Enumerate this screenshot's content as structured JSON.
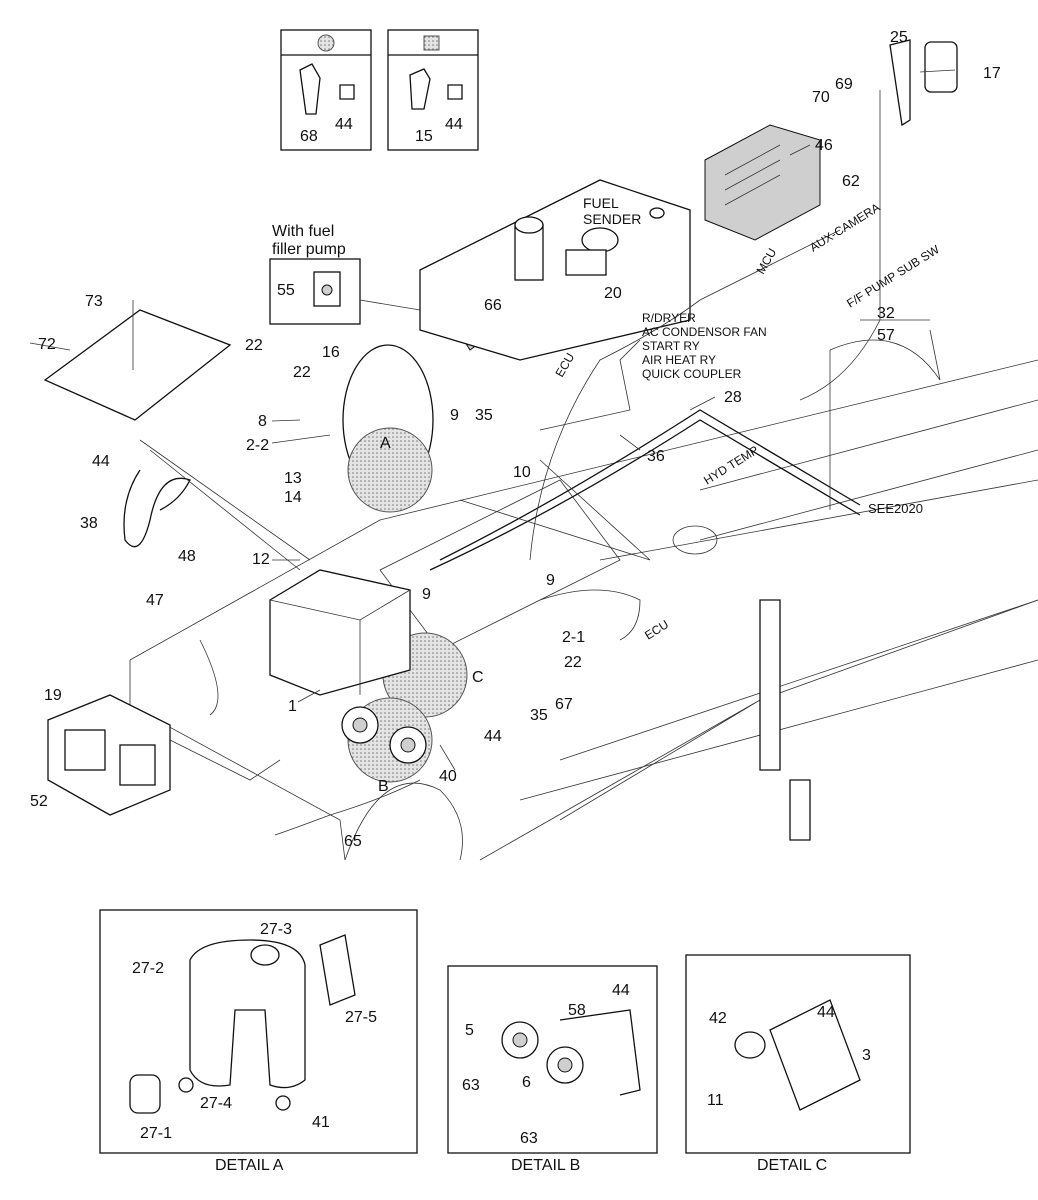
{
  "title": "Electrical parts diagram",
  "insets": {
    "round_clip": {
      "numbers": [
        "68",
        "44"
      ]
    },
    "square_clip": {
      "numbers": [
        "15",
        "44"
      ]
    },
    "fuel_filler_pump": {
      "label_line1": "With fuel",
      "label_line2": "filler pump",
      "number": "55"
    }
  },
  "callouts": [
    "25",
    "17",
    "69",
    "70",
    "46",
    "62",
    "73",
    "72",
    "22",
    "22",
    "16",
    "66",
    "20",
    "8",
    "2-2",
    "A",
    "9",
    "35",
    "28",
    "36",
    "13",
    "14",
    "44",
    "38",
    "10",
    "12",
    "48",
    "9",
    "9",
    "47",
    "2-1",
    "22",
    "C",
    "67",
    "35",
    "1",
    "44",
    "19",
    "52",
    "40",
    "B",
    "65",
    "32",
    "57"
  ],
  "text_labels": {
    "fuel_sender_1": "FUEL",
    "fuel_sender_2": "SENDER",
    "see": "SEE2020"
  },
  "connectors": [
    "R/DRYER",
    "AC CONDENSOR FAN",
    "START RY",
    "AIR HEAT RY",
    "QUICK COUPLER",
    "MCU",
    "AUX-CAMERA",
    "F/F PUMP SUB SW",
    "HYD TEMP",
    "ECU",
    "ECU"
  ],
  "details": [
    {
      "caption": "DETAIL A",
      "numbers": [
        "27-3",
        "27-2",
        "27-5",
        "27-4",
        "27-1",
        "41"
      ]
    },
    {
      "caption": "DETAIL B",
      "numbers": [
        "44",
        "58",
        "5",
        "63",
        "6",
        "63"
      ]
    },
    {
      "caption": "DETAIL C",
      "numbers": [
        "42",
        "44",
        "3",
        "11"
      ]
    }
  ]
}
